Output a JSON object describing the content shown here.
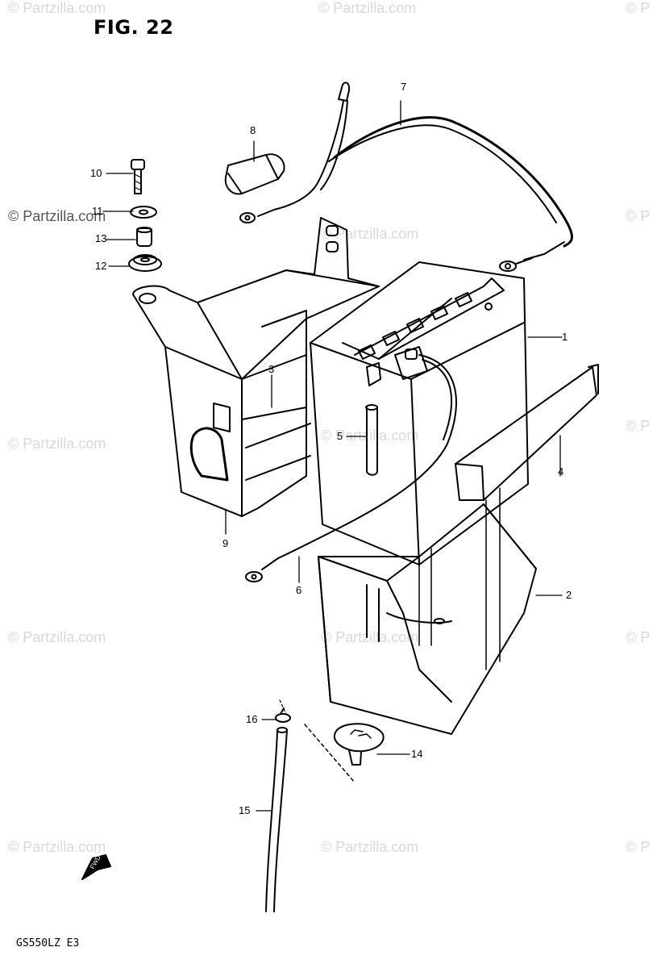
{
  "figure": {
    "title": "FIG. 22",
    "model_code": "GS550LZ E3"
  },
  "watermark": {
    "text": "© Partzilla.com",
    "short_text": "© P"
  },
  "callouts": [
    {
      "id": "c1",
      "label": "1"
    },
    {
      "id": "c2",
      "label": "2"
    },
    {
      "id": "c3",
      "label": "3"
    },
    {
      "id": "c4",
      "label": "4"
    },
    {
      "id": "c5",
      "label": "5"
    },
    {
      "id": "c6",
      "label": "6"
    },
    {
      "id": "c7",
      "label": "7"
    },
    {
      "id": "c8",
      "label": "8"
    },
    {
      "id": "c9",
      "label": "9"
    },
    {
      "id": "c10",
      "label": "10"
    },
    {
      "id": "c11",
      "label": "11"
    },
    {
      "id": "c12",
      "label": "12"
    },
    {
      "id": "c13",
      "label": "13"
    },
    {
      "id": "c14",
      "label": "14"
    },
    {
      "id": "c15",
      "label": "15"
    },
    {
      "id": "c16",
      "label": "16"
    }
  ],
  "direction_marker": {
    "label": "FWD"
  },
  "colors": {
    "line": "#000000",
    "watermark": "#d9d9d9"
  }
}
